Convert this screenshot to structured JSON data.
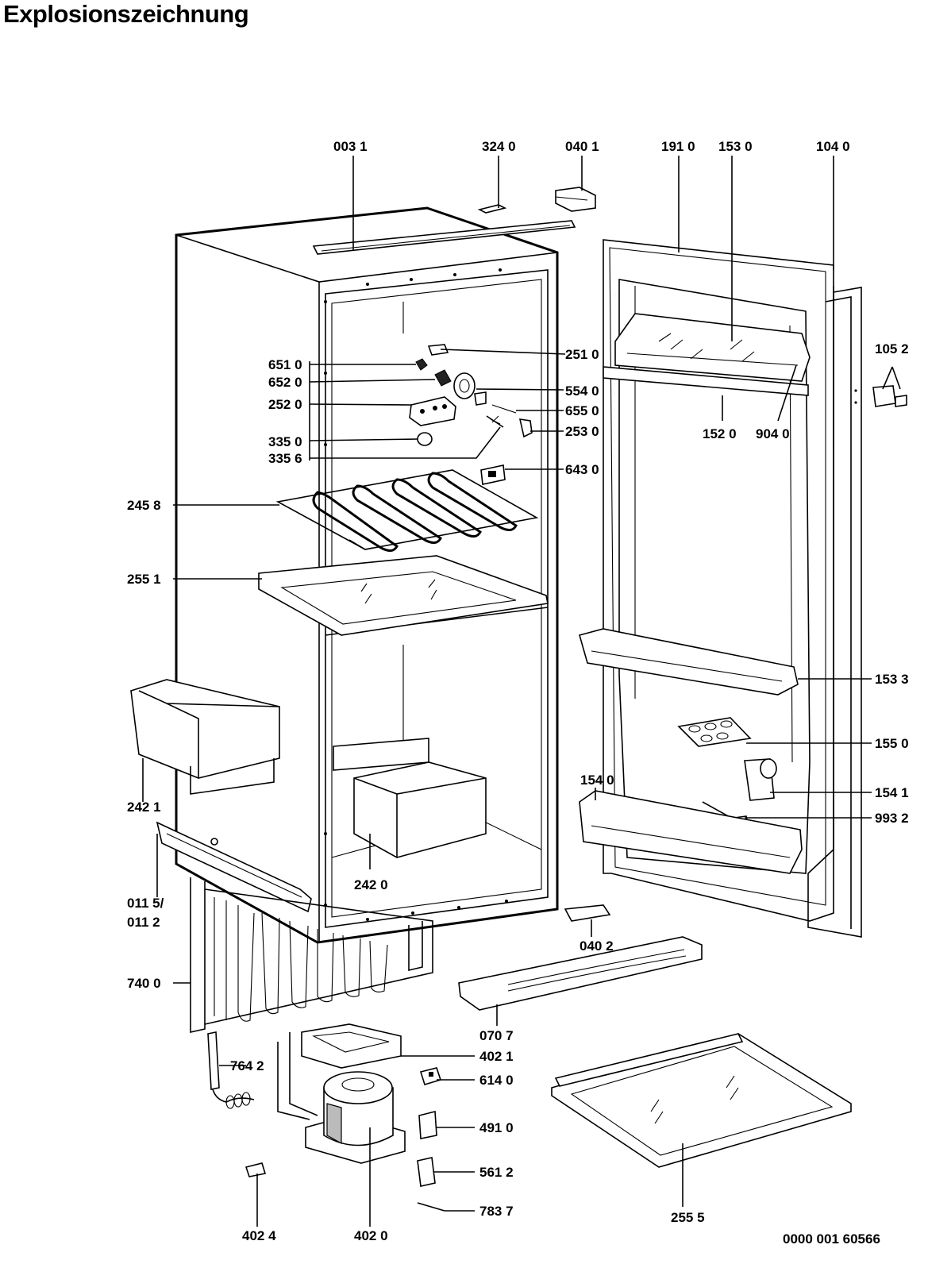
{
  "title": "Explosionszeichnung",
  "doc_number": "0000 001 60566",
  "labels": {
    "p0031": "003 1",
    "p3240": "324 0",
    "p0401": "040 1",
    "p1910": "191 0",
    "p1530": "153 0",
    "p1040": "104 0",
    "p2510": "251 0",
    "p1052": "105 2",
    "p6510": "651 0",
    "p6520": "652 0",
    "p5540": "554 0",
    "p2520": "252 0",
    "p6550": "655 0",
    "p2530": "253 0",
    "p1520": "152 0",
    "p9040": "904 0",
    "p3350": "335 0",
    "p3356": "335 6",
    "p6430": "643 0",
    "p2458": "245 8",
    "p2551": "255 1",
    "p1533": "153 3",
    "p1550": "155 0",
    "p1540": "154 0",
    "p1541": "154 1",
    "p2421": "242 1",
    "p9932": "993 2",
    "p0115": "011 5/",
    "p0112": "011 2",
    "p2420": "242 0",
    "p0402": "040 2",
    "p7400": "740 0",
    "p0707": "070 7",
    "p4021": "402 1",
    "p7642": "764 2",
    "p6140": "614 0",
    "p4910": "491 0",
    "p5612": "561 2",
    "p7837": "783 7",
    "p2555": "255 5",
    "p4024": "402 4",
    "p4020": "402 0"
  }
}
